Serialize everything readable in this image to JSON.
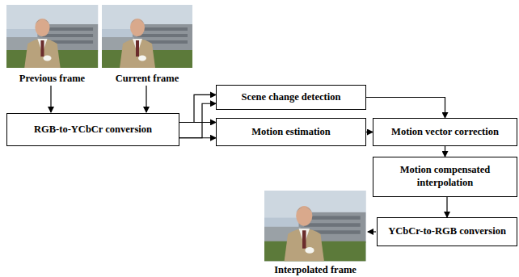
{
  "diagram": {
    "nodes": [
      {
        "text": [
          "RGB-to-YCbCr conversion"
        ]
      },
      {
        "text": [
          "Scene change detection"
        ]
      },
      {
        "text": [
          "Motion estimation"
        ]
      },
      {
        "text": [
          "Motion vector correction"
        ]
      },
      {
        "text": [
          "Motion compensated interpolation"
        ]
      },
      {
        "text": [
          "YCbCr-to-RGB conversion"
        ]
      }
    ],
    "edges": [
      {
        "from": 0,
        "to": 1,
        "arrow": "to"
      },
      {
        "from": 0,
        "to": 2,
        "arrow": "to"
      },
      {
        "from": 0,
        "to": 1,
        "arrow": "to"
      },
      {
        "from": 0,
        "to": 2,
        "arrow": "to"
      },
      {
        "from": 1,
        "to": 3,
        "arrow": "to"
      },
      {
        "from": 2,
        "to": 3,
        "arrow": "to"
      },
      {
        "from": 3,
        "to": 4,
        "arrow": "to"
      },
      {
        "from": 4,
        "to": 5,
        "arrow": "to"
      }
    ],
    "labels": [
      "Previous frame",
      "Current frame",
      "Interpolated frame"
    ]
  }
}
